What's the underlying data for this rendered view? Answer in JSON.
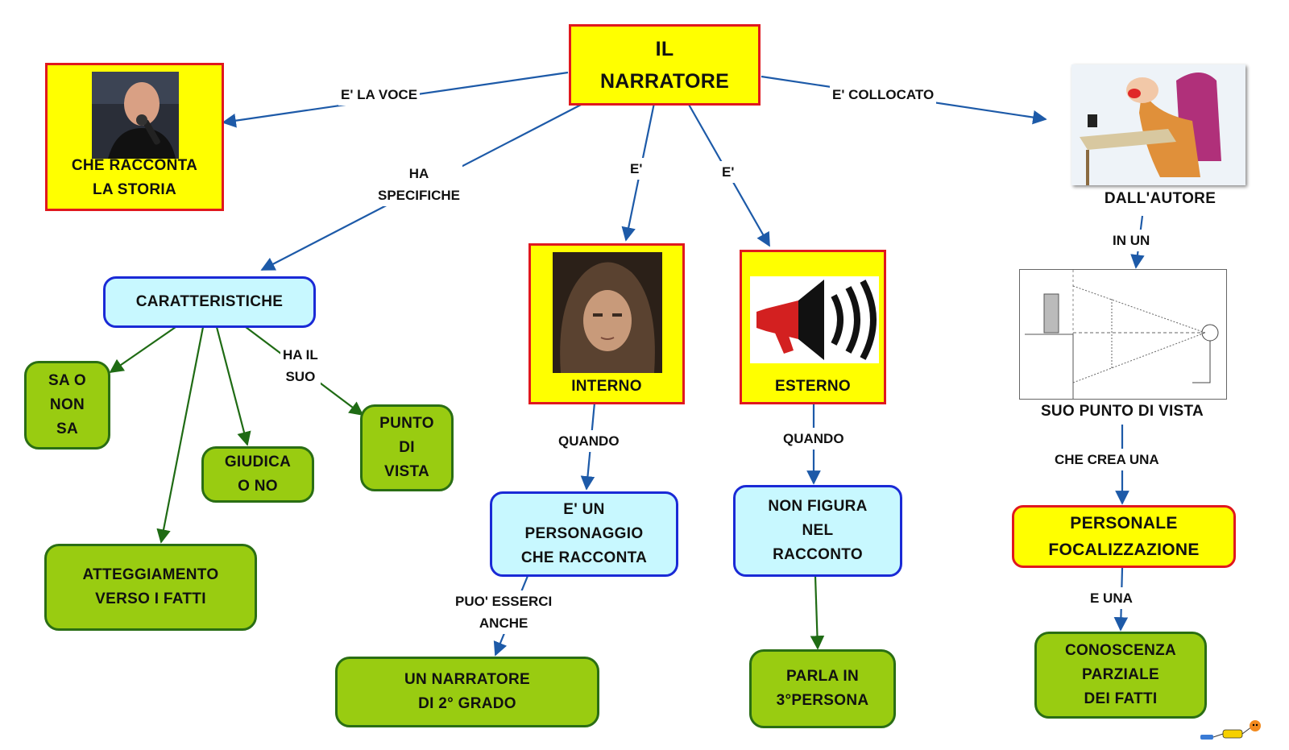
{
  "colors": {
    "yellow_fill": "#ffff00",
    "red_border": "#e0181e",
    "cyan_fill": "#c8f8ff",
    "blue_border": "#1a2ad6",
    "green_fill": "#99cc11",
    "green_border": "#2a6e14",
    "blue_link": "#1d5aa8",
    "green_link": "#1f6b14"
  },
  "nodes": {
    "root": "IL\nNARRATORE",
    "storia": "CHE     RACCONTA\nLA    STORIA",
    "caratteristiche": "CARATTERISTICHE",
    "sa": "SA   O\nNON\nSA",
    "giudica": "GIUDICA\nO   NO",
    "atteggiamento": "ATTEGGIAMENTO\nVERSO    I   FATTI",
    "punto": "PUNTO\nDI\nVISTA",
    "interno": "INTERNO",
    "esterno": "ESTERNO",
    "personaggio": "E'   UN\nPERSONAGGIO\nCHE     RACCONTA",
    "narratore2": "UN      NARRATORE\nDI  2°    GRADO",
    "non_figura": "NON     FIGURA\nNEL\nRACCONTO",
    "terza": "PARLA    IN\n3°PERSONA",
    "autore": "DALL'AUTORE",
    "suo_punto": "SUO      PUNTO      DI      VISTA",
    "personale": "PERSONALE\nFOCALIZZAZIONE",
    "conoscenza": "CONOSCENZA\nPARZIALE\nDEI    FATTI"
  },
  "links": {
    "la_voce": "E'    LA    VOCE",
    "collocato": "E'      COLLOCATO",
    "specifiche": "HA\nSPECIFICHE",
    "e_interno": "E'",
    "e_esterno": "E'",
    "ha_il_suo": "HA    IL\nSUO",
    "quando_int": "QUANDO",
    "quando_est": "QUANDO",
    "esserci": "PUO'      ESSERCI\nANCHE",
    "in_un": "IN    UN",
    "che_crea": "CHE      CREA      UNA",
    "e_una": "E    UNA"
  },
  "icons": {
    "speaker_photo": "man-with-microphone-photo",
    "hooded_photo": "hooded-boy-photo",
    "megaphone": "megaphone-icon",
    "writer": "writer-at-desk-illustration",
    "perspective": "perspective-diagram",
    "logo": "mappa-logo-icon"
  }
}
